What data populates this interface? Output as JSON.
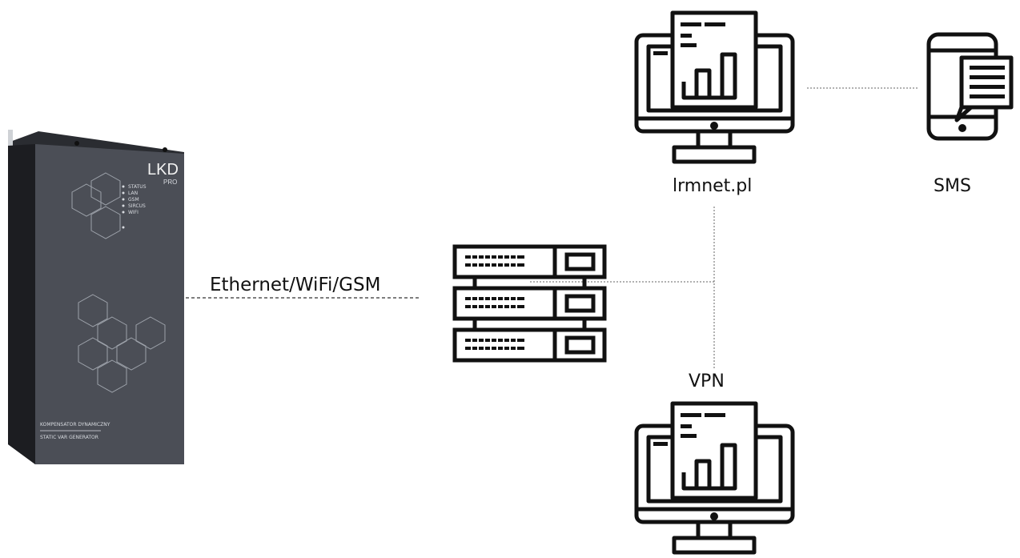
{
  "device": {
    "brand": "LKD",
    "model": "PRO",
    "leds": [
      "STATUS",
      "LAN",
      "GSM",
      "SIRCUS",
      "WIFI"
    ],
    "footer_line1": "KOMPENSATOR DYNAMICZNY",
    "footer_line2": "STATIC VAR GENERATOR"
  },
  "connections": {
    "device_link_label": "Ethernet/WiFi/GSM",
    "vpn_label": "VPN"
  },
  "nodes": {
    "web_portal_label": "lrmnet.pl",
    "sms_label": "SMS"
  },
  "colors": {
    "device_body": "#4a4d55",
    "icon_stroke": "#111111",
    "dashed_line": "#555555"
  }
}
